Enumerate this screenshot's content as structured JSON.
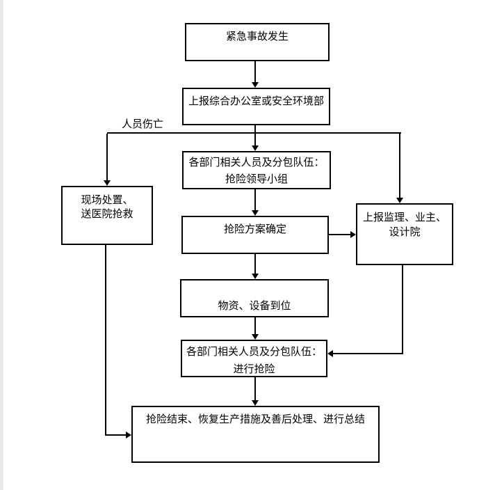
{
  "page": {
    "background": "#ffffff",
    "stroke_color": "#000000",
    "edge_strip_color": "#e8eaea"
  },
  "flowchart": {
    "branch_label": "人员伤亡",
    "nodes": {
      "start": {
        "text": "紧急事故发生"
      },
      "report": {
        "text": "上报综合办公室或安全环境部"
      },
      "leadgrp": {
        "line1": "各部门相关人员及分包队伍：",
        "line2": "抢险领导小组"
      },
      "plan": {
        "text": "抢险方案确定"
      },
      "notify": {
        "line1": "上报监理、业主、",
        "line2": "设计院"
      },
      "material": {
        "text": "物资、设备到位"
      },
      "rescue": {
        "line1": "各部门相关人员及分包队伍：",
        "line2": "进行抢险"
      },
      "onsite": {
        "line1": "现场处置、",
        "line2": "送医院抢救"
      },
      "summary": {
        "text": "抢险结束、恢复生产措施及善后处理、进行总结"
      }
    }
  }
}
